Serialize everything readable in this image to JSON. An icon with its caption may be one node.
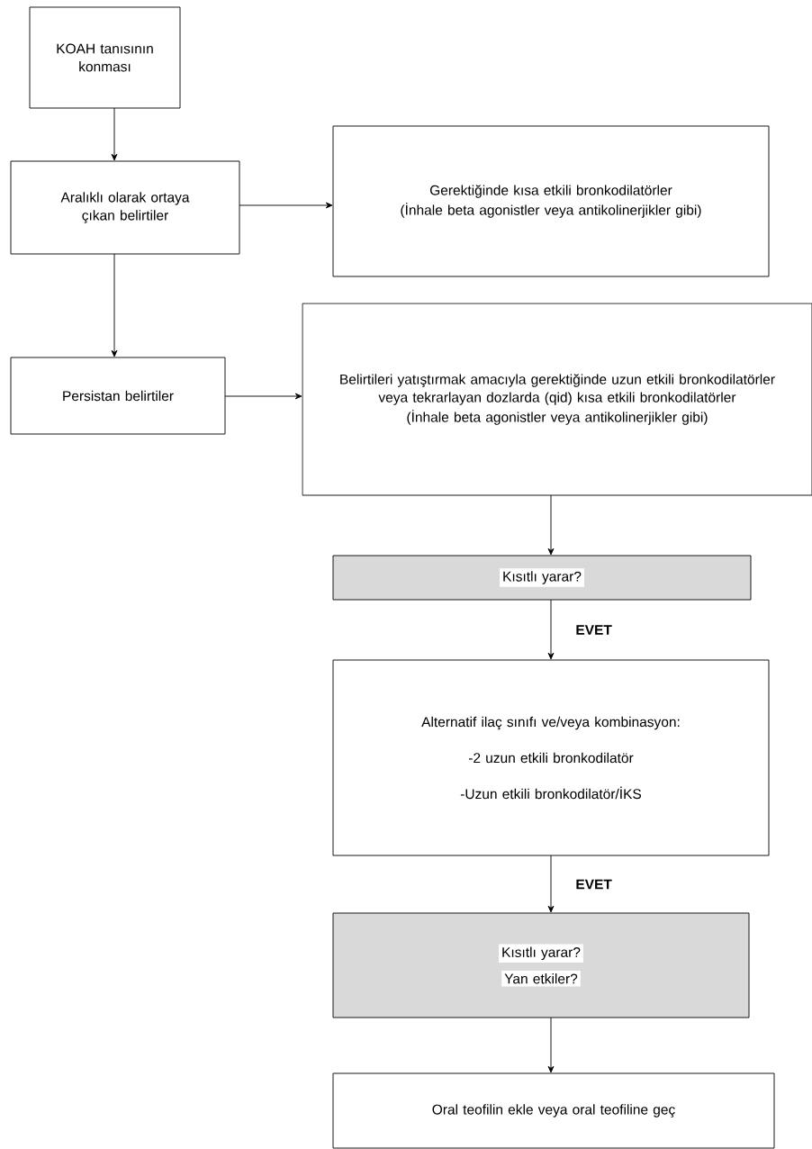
{
  "diagram": {
    "nodes": [
      {
        "text": [
          "KOAH tanısının konması"
        ]
      },
      {
        "text": [
          "Aralıklı olarak ortaya çıkan belirtiler"
        ]
      },
      {
        "text": [
          "Gerektiğinde kısa etkili bronkodilatörler",
          "(İnhale beta agonistler veya antikolinerjikler gibi)"
        ]
      },
      {
        "text": [
          "Persistan belirtiler"
        ]
      },
      {
        "text": [
          "Belirtileri yatıştırmak amacıyla gerektiğinde uzun etkili bronkodilatörler veya tekrarlayan dozlarda (qid) kısa etkili bronkodilatörler",
          "(İnhale beta agonistler veya antikolinerjikler gibi)"
        ]
      },
      {
        "text": [
          "Kısıtlı yarar?"
        ]
      },
      {
        "text": [
          "Alternatif ilaç sınıfı ve/veya kombinasyon:",
          "-2 uzun etkili bronkodilatör",
          "-Uzun etkili bronkodilatör/İKS"
        ]
      },
      {
        "text": [
          "Kısıtlı yarar?",
          "Yan etkiler?"
        ]
      },
      {
        "text": [
          "Oral teofilin ekle veya oral teofiline geç"
        ]
      }
    ],
    "edges": [
      {
        "from": 0,
        "to": 1,
        "arrow": "to"
      },
      {
        "from": 1,
        "to": 2,
        "arrow": "to"
      },
      {
        "from": 1,
        "to": 3,
        "arrow": "to"
      },
      {
        "from": 3,
        "to": 4,
        "arrow": "to"
      },
      {
        "from": 4,
        "to": 5,
        "arrow": "to"
      },
      {
        "from": 5,
        "to": 6,
        "arrow": "to",
        "label": "EVET"
      },
      {
        "from": 6,
        "to": 7,
        "arrow": "to",
        "label": "EVET"
      },
      {
        "from": 7,
        "to": 8,
        "arrow": "to"
      }
    ]
  }
}
